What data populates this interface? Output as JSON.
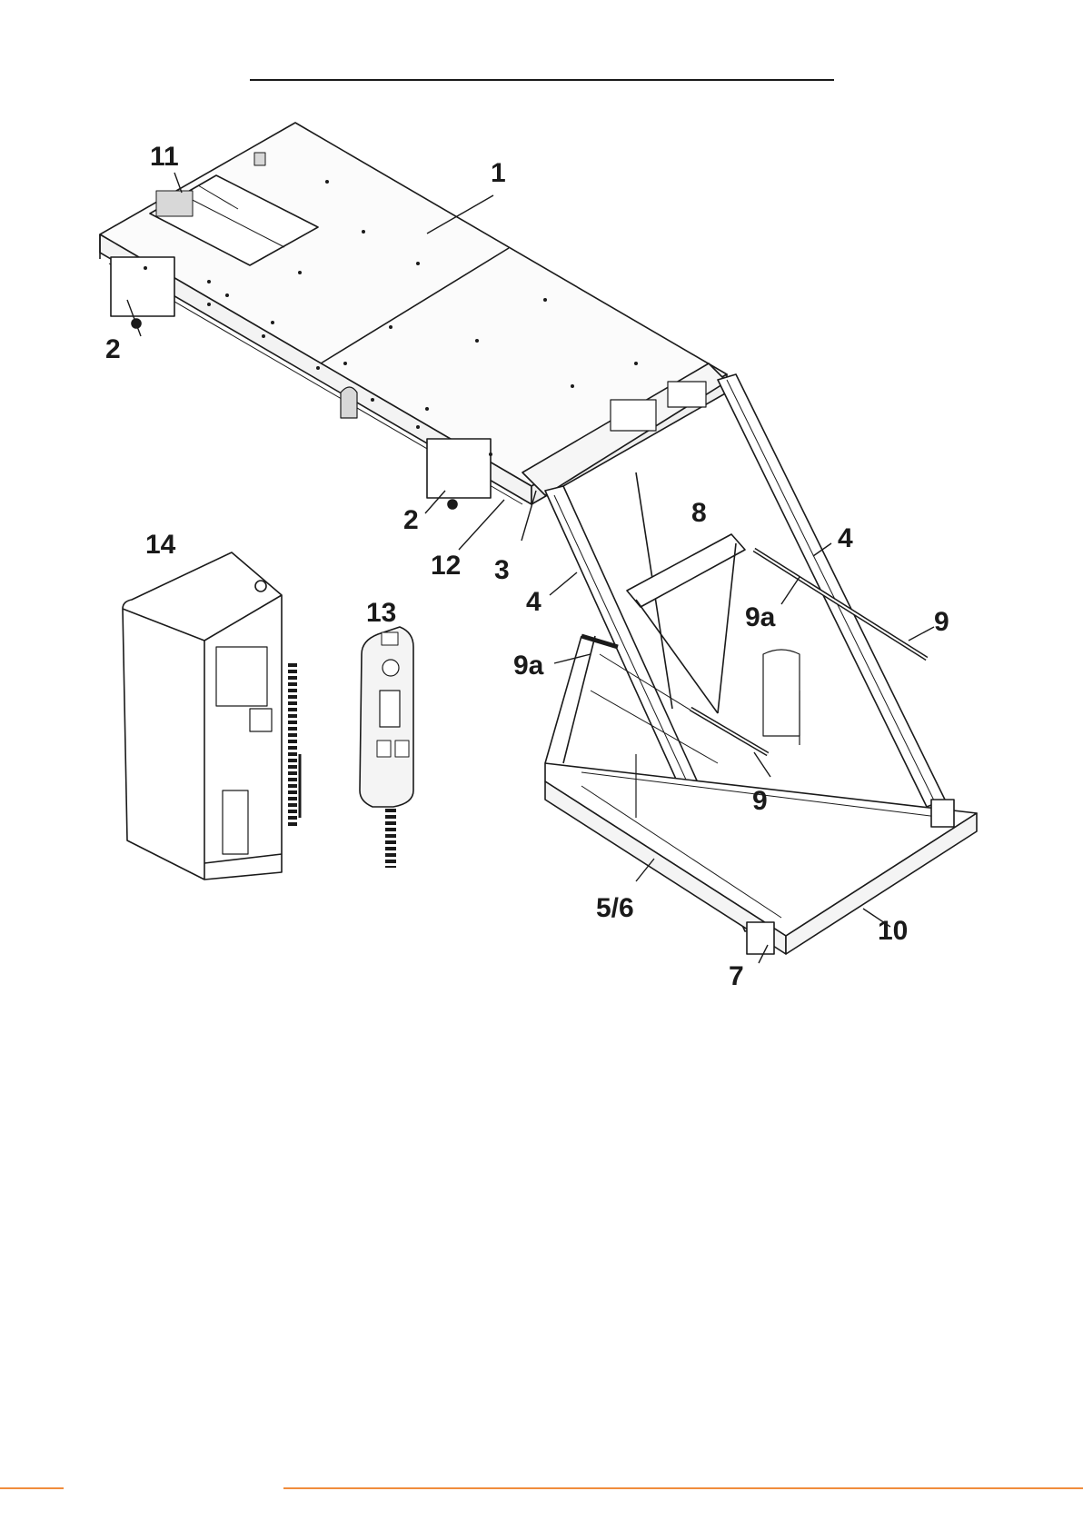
{
  "labels": {
    "l1": "1",
    "l2a": "2",
    "l2b": "2",
    "l3": "3",
    "l4a": "4",
    "l4b": "4",
    "l56": "5/6",
    "l7": "7",
    "l8": "8",
    "l9a": "9",
    "l9b": "9",
    "l9aa": "9a",
    "l9ab": "9a",
    "l10": "10",
    "l11": "11",
    "l12": "12",
    "l13": "13",
    "l14": "14"
  },
  "colors": {
    "line": "#1a1a1a",
    "accent": "#f08c3c"
  }
}
